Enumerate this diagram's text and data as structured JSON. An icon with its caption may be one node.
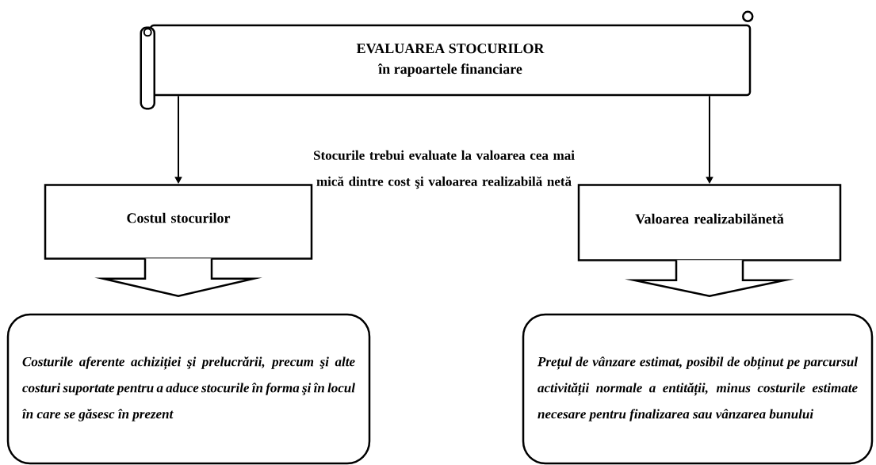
{
  "diagram": {
    "nodes": [
      {
        "text": [
          "EVALUAREA STOCURILOR",
          "în rapoartele financiare"
        ]
      },
      {
        "text": [
          "Costul stocurilor"
        ]
      },
      {
        "text": [
          "Valoarea realizabilănetă"
        ]
      },
      {
        "text": [
          "Costurile aferente achiziției şi prelucrării, precum şi alte costuri suportate pentru a aduce stocurile în forma şi în locul în care se găsesc în prezent"
        ]
      },
      {
        "text": [
          "Prețul de vânzare estimat, posibil de obținut pe parcursul activității normale a entității, minus costurile estimate necesare pentru finalizarea sau vânzarea bunului"
        ]
      }
    ],
    "edges": [
      {
        "from": 0,
        "to": 1,
        "arrow": "to"
      },
      {
        "from": 0,
        "to": 2,
        "arrow": "to"
      },
      {
        "from": 1,
        "to": 3,
        "arrow": "to"
      },
      {
        "from": 2,
        "to": 4,
        "arrow": "to"
      }
    ],
    "labels": [
      "Stocurile trebui evaluate la valoarea cea mai mică dintre cost şi valoarea realizabilă netă"
    ]
  }
}
